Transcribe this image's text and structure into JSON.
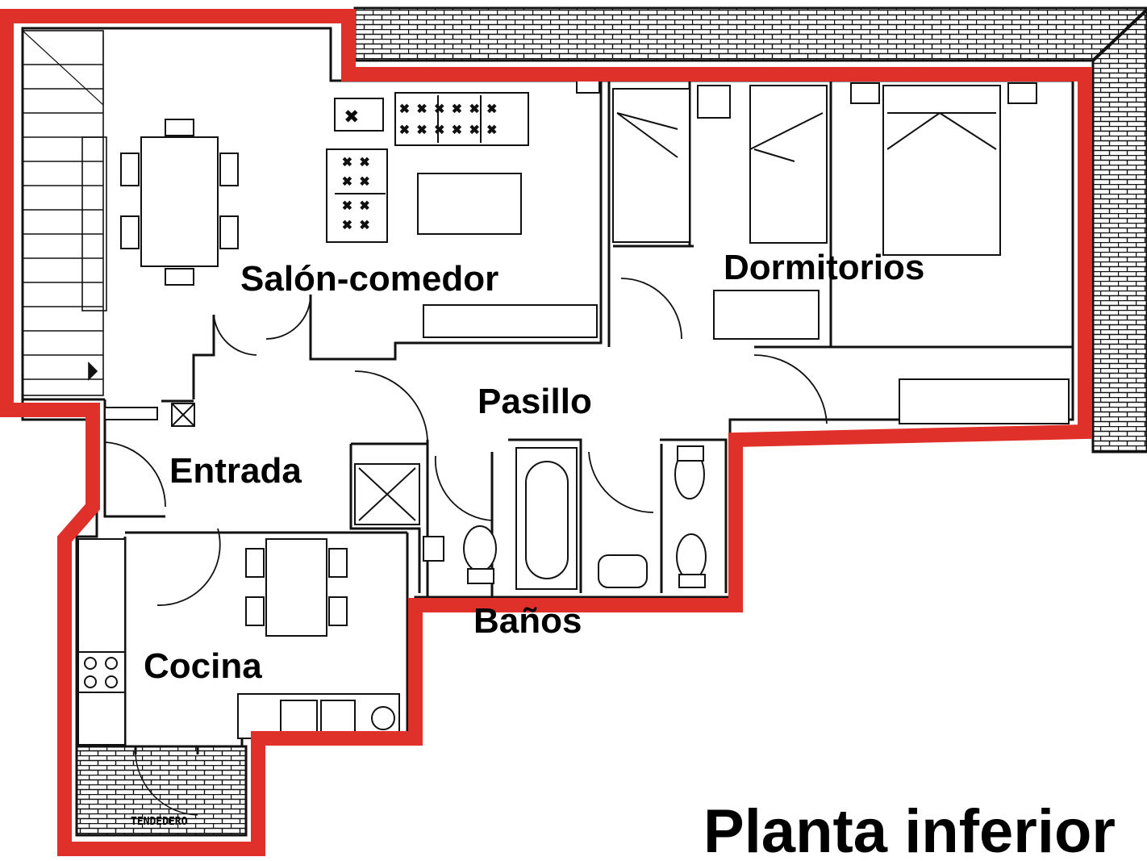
{
  "title": "Planta inferior",
  "accent_color": "#e0302a",
  "rooms": [
    {
      "id": "salon",
      "label": "Salón-comedor"
    },
    {
      "id": "dormitorios",
      "label": "Dormitorios"
    },
    {
      "id": "pasillo",
      "label": "Pasillo"
    },
    {
      "id": "entrada",
      "label": "Entrada"
    },
    {
      "id": "cocina",
      "label": "Cocina"
    },
    {
      "id": "banos",
      "label": "Baños"
    }
  ],
  "annotations": {
    "tendedero": "TENDEDERO"
  }
}
